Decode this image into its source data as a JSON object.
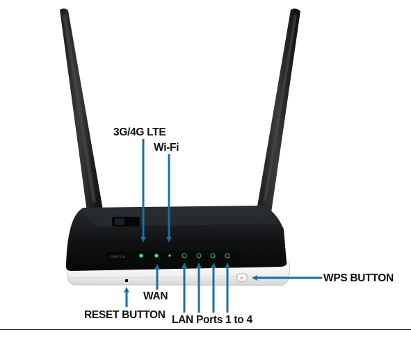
{
  "colors": {
    "arrow": "#1a6fa6",
    "body": "#101214",
    "base": "#f4f4f4",
    "led_green": "#27c25a"
  },
  "callouts": {
    "lte": "3G/4G LTE",
    "wifi": "Wi-Fi",
    "wan": "WAN",
    "reset": "RESET BUTTON",
    "lan": "LAN Ports 1 to 4",
    "wps": "WPS BUTTON"
  },
  "panel_print": "DWR-116"
}
